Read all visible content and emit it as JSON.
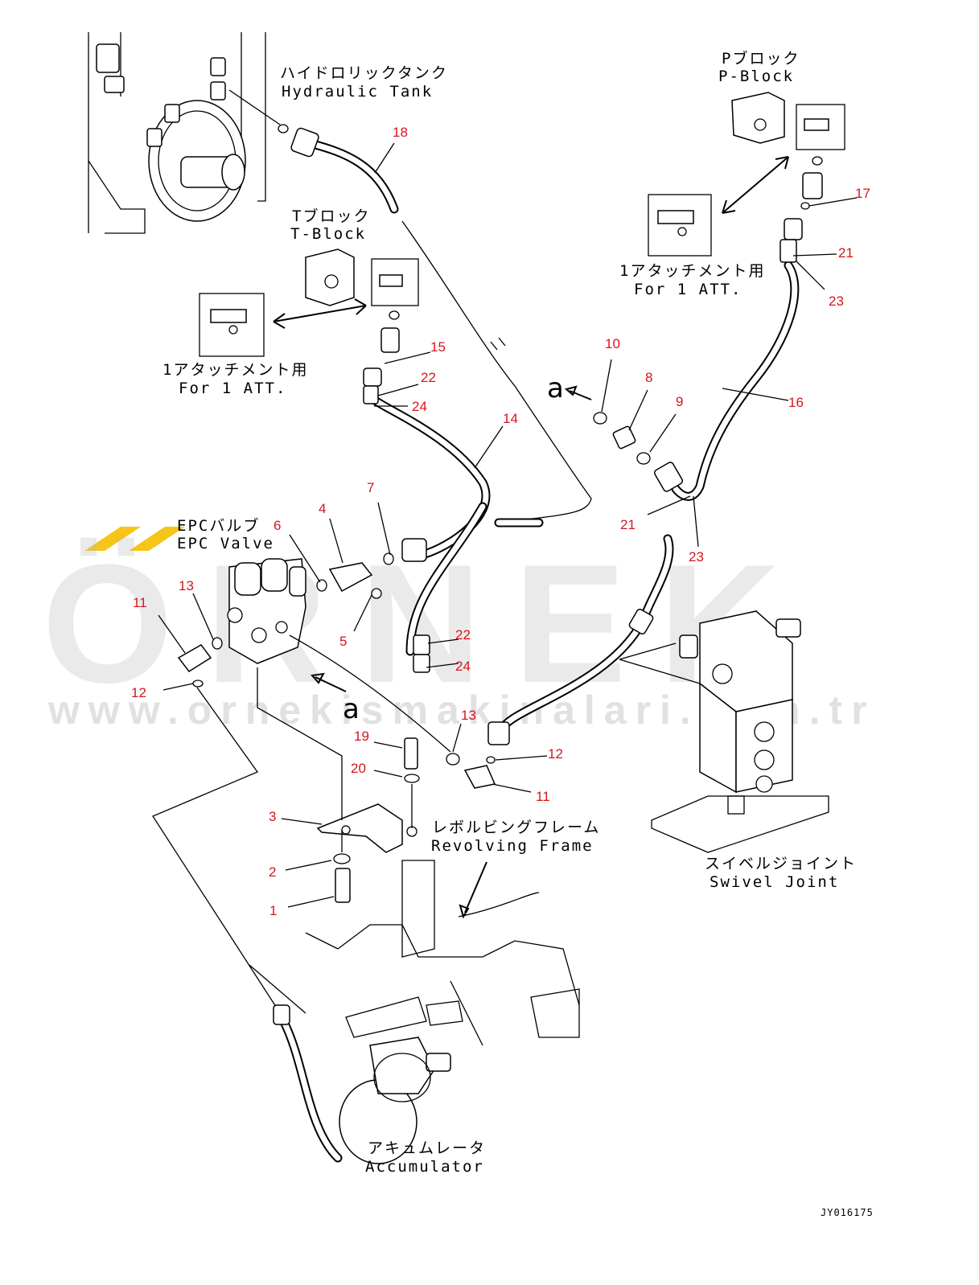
{
  "labels": {
    "hydraulic_tank_jp": "ハイドロリックタンク",
    "hydraulic_tank_en": "Hydraulic Tank",
    "p_block_jp": "Pブロック",
    "p_block_en": "P-Block",
    "t_block_jp": "Tブロック",
    "t_block_en": "T-Block",
    "att_t_jp": "1アタッチメント用",
    "att_t_en": "For 1 ATT.",
    "att_p_jp": "1アタッチメント用",
    "att_p_en": "For 1 ATT.",
    "epc_valve_jp": "EPCバルブ",
    "epc_valve_en": "EPC Valve",
    "revolving_frame_jp": "レボルビングフレーム",
    "revolving_frame_en": "Revolving Frame",
    "swivel_joint_jp": "スイベルジョイント",
    "swivel_joint_en": "Swivel Joint",
    "accumulator_jp": "アキュムレータ",
    "accumulator_en": "Accumulator"
  },
  "view_refs": {
    "a_upper": "a",
    "a_lower": "a"
  },
  "part_numbers": {
    "p1": "1",
    "p2": "2",
    "p3": "3",
    "p4": "4",
    "p5": "5",
    "p6": "6",
    "p7": "7",
    "p8": "8",
    "p9": "9",
    "p10": "10",
    "p11a": "11",
    "p11b": "11",
    "p12a": "12",
    "p12b": "12",
    "p13a": "13",
    "p13b": "13",
    "p14": "14",
    "p15": "15",
    "p16": "16",
    "p17": "17",
    "p18": "18",
    "p19": "19",
    "p20": "20",
    "p21a": "21",
    "p21b": "21",
    "p22a": "22",
    "p22b": "22",
    "p23a": "23",
    "p23b": "23",
    "p24a": "24",
    "p24b": "24"
  },
  "drawing_code": "JY016175",
  "watermark": {
    "brand": "ÖRNEK",
    "url": "www.ornekismakinalari.com.tr",
    "accent_color": "#f5c518"
  },
  "colors": {
    "callout_number": "#d8141c",
    "line": "#000000",
    "watermark_gray": "#bdbdbd"
  }
}
